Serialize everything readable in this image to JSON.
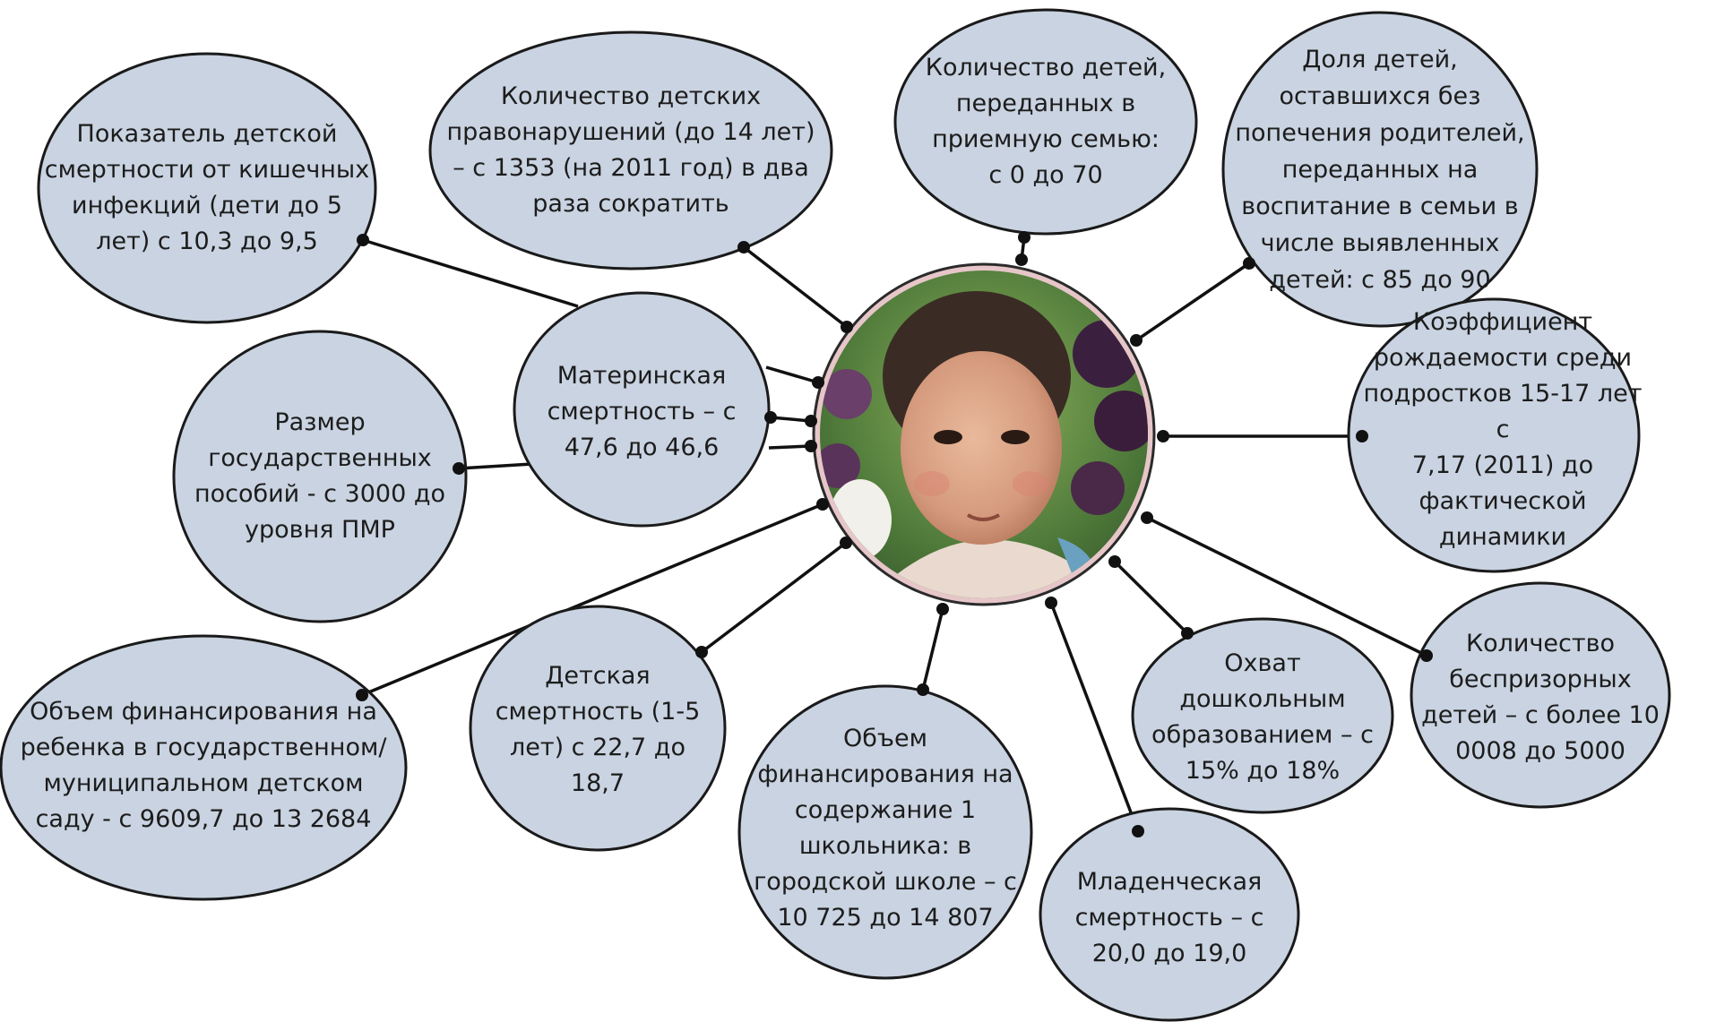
{
  "center": {
    "image_description_icon": "girl-portrait-photo"
  },
  "colors": {
    "bubble_fill": "#c9d3e1",
    "bubble_stroke": "#1a1a1a",
    "connector": "#111111",
    "center_ring": "#e6c6c8"
  },
  "nodes": [
    {
      "id": "child-mortality-intestinal",
      "text": "Показатель детской\nсмертности от кишечных\nинфекций (дети до 5\nлет) с 10,3 до 9,5"
    },
    {
      "id": "juvenile-offenses",
      "text": "Количество детских\nправонарушений (до 14 лет)\n– с 1353 (на 2011 год) в  два\nраза сократить"
    },
    {
      "id": "foster-family-children",
      "text": "Количество детей,\nпереданных в\nприемную семью:\nс 0 до 70"
    },
    {
      "id": "orphans-family-share",
      "text": "Доля детей,\nоставшихся без\nпопечения родителей,\nпереданных на\nвоспитание в семьи в\nчисле выявленных\nдетей: с 85 до 90"
    },
    {
      "id": "maternal-mortality",
      "text": "Материнская\nсмертность – с\n47,6 до 46,6"
    },
    {
      "id": "state-allowances",
      "text": "Размер\nгосударственных\nпособий - с 3000 до\nуровня ПМР"
    },
    {
      "id": "teen-birth-rate",
      "text": "Коэффициент\nрождаемости среди\nподростков   15-17 лет  с\n7,17 (2011) до\nфактической динамики"
    },
    {
      "id": "kindergarten-funding",
      "text": "Объем финансирования на\nребенка в государственном/\nмуниципальном детском\nсаду -  с 9609,7 до  13 2684"
    },
    {
      "id": "child-mortality-1-5",
      "text": "Детская\nсмертность (1-5\nлет) с  22,7 до\n18,7"
    },
    {
      "id": "pupil-funding",
      "text": "Объем\nфинансирования на\nсодержание 1\nшкольника: в\nгородской школе – с\n10 725 до 14 807"
    },
    {
      "id": "infant-mortality",
      "text": "Младенческая\nсмертность – с\n20,0 до 19,0"
    },
    {
      "id": "preschool-coverage",
      "text": "Охват\nдошкольным\nобразованием – с\n15% до 18%"
    },
    {
      "id": "homeless-children",
      "text": "Количество\nбеспризорных\nдетей – с более 10\n0008 до 5000"
    }
  ]
}
